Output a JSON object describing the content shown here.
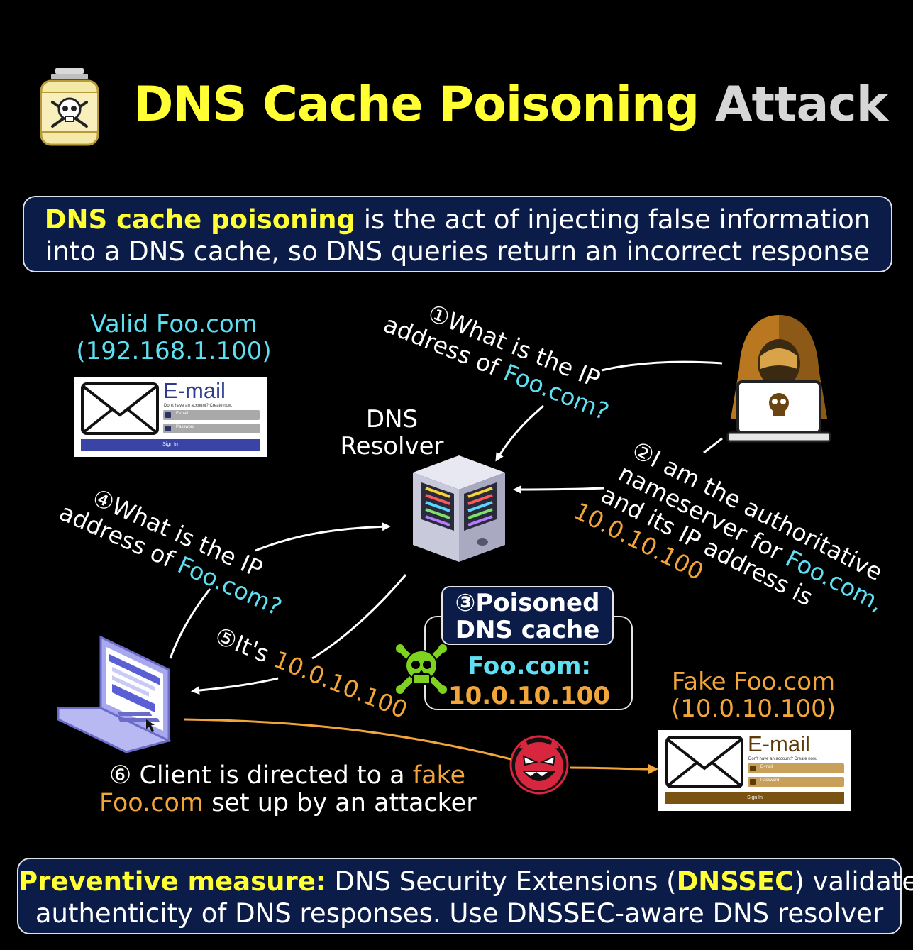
{
  "title": {
    "part1": "DNS Cache Poisoning",
    "part2": "Attack"
  },
  "definition": {
    "highlight": "DNS cache poisoning",
    "line1_rest": " is the act of injecting false information",
    "line2": "into a DNS cache, so DNS queries return an incorrect response"
  },
  "valid_site": {
    "name": "Valid Foo.com",
    "ip": "(192.168.1.100)",
    "card": {
      "title": "E-mail",
      "subtitle": "Don't have an account? Create now.",
      "field1": "E-mail",
      "field2": "Password",
      "button": "Sign In"
    }
  },
  "fake_site": {
    "name": "Fake Foo.com",
    "ip": "(10.0.10.100)",
    "card": {
      "title": "E-mail",
      "subtitle": "Don't have an account? Create now.",
      "field1": "E-mail",
      "field2": "Password",
      "button": "Sign In"
    }
  },
  "resolver": {
    "line1": "DNS",
    "line2": "Resolver"
  },
  "steps": {
    "s1": {
      "num": "①",
      "line1": "What is the IP",
      "line2_a": "address of ",
      "line2_b": "Foo.com?"
    },
    "s2": {
      "num": "②",
      "line1": "I am the authoritative",
      "line2_a": "nameserver for ",
      "line2_b": "Foo.com,",
      "line3": "and its IP address is",
      "line4": "10.0.10.100"
    },
    "s3": {
      "num": "③",
      "label1": "Poisoned",
      "label2": "DNS cache",
      "domain": "Foo.com:",
      "ip": "10.0.10.100"
    },
    "s4": {
      "num": "④",
      "line1": "What is the IP",
      "line2_a": "address of ",
      "line2_b": "Foo.com?"
    },
    "s5": {
      "num": "⑤",
      "text_a": "It's ",
      "text_b": "10.0.10.100"
    },
    "s6": {
      "num": "⑥",
      "line1_a": "Client is directed to a ",
      "line1_b": "fake",
      "line2_a": "Foo.com",
      "line2_b": " set up by an attacker"
    }
  },
  "preventive": {
    "label": "Preventive measure:",
    "line1_a": " DNS Security Extensions (",
    "line1_b": "DNSSEC",
    "line1_c": ") validate",
    "line2": "authenticity of DNS responses.  Use DNSSEC-aware DNS resolver"
  },
  "icons": [
    "poison-jar-icon",
    "hacker-icon",
    "dns-server-icon",
    "laptop-icon",
    "skull-crossbones-icon",
    "devil-face-icon",
    "envelope-icon"
  ],
  "colors": {
    "yellow": "#ffff33",
    "cyan": "#5ee0f2",
    "orange": "#f2a53a",
    "box_bg": "#0b1c49",
    "skull_green": "#7ed321",
    "devil_red": "#d7263d"
  }
}
